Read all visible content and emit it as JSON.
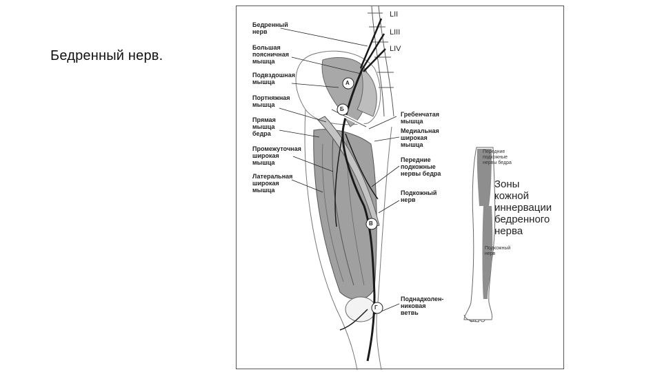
{
  "slide": {
    "title": "Бедренный нерв."
  },
  "vertebrae": [
    "LII",
    "LIII",
    "LIV"
  ],
  "labels_left": [
    "Бедренный\nнерв",
    "Большая\nпоясничная\nмышца",
    "Подвздошная\nмышца",
    "Портняжная\nмышца",
    "Прямая\nмышца\nбедра",
    "Промежуточная\nширокая\nмышца",
    "Латеральная\nширокая\nмышца"
  ],
  "labels_right": [
    "Гребенчатая\nмышца",
    "Медиальная\nширокая\nмышца",
    "Передние\nподкожные\nнервы бедра",
    "Подкожный\nнерв",
    "Поднадколен-\nниковая\nветвь"
  ],
  "markers": [
    "А",
    "Б",
    "В",
    "Г"
  ],
  "zones": {
    "title": "Зоны\nкожной\nиннервации\nбедренного\nнерва",
    "upper": "Передние\nподкожные\nнервы бедра",
    "lower": "Подкожный\nнерв"
  },
  "colors": {
    "muscle": "#a8a8a8",
    "zone": "#8e8e8e",
    "nerve": "#1a1a1a"
  }
}
